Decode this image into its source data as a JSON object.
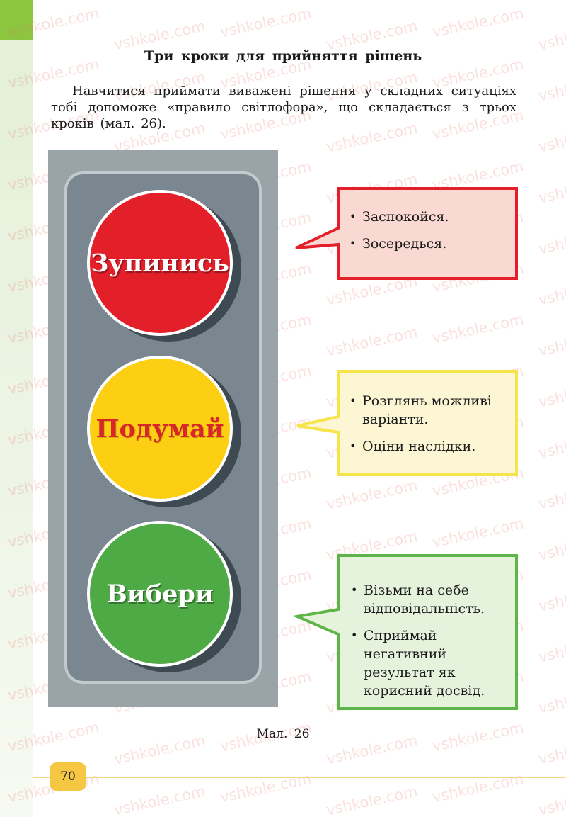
{
  "page": {
    "title": "Три кроки для прийняття рішень",
    "intro": "Навчитися приймати виважені рішення у складних ситуаціях тобі допоможе «правило світлофора», що складається з трьох кроків (мал. 26).",
    "caption": "Мал. 26",
    "page_number": "70",
    "watermark": "vshkole.com"
  },
  "traffic_light": {
    "red": {
      "label": "Зупинись",
      "color": "#e3202a"
    },
    "yellow": {
      "label": "Подумай",
      "color": "#fccf12"
    },
    "green": {
      "label": "Вибери",
      "color": "#4eaa45"
    }
  },
  "callouts": [
    {
      "color": "#e3202a",
      "fill": "#fbd9d3",
      "items": [
        "Заспокойся.",
        "Зосередься."
      ]
    },
    {
      "color": "#f7e44a",
      "fill": "#fdf6d4",
      "items": [
        "Розглянь можливі варіанти.",
        "Оціни наслідки."
      ]
    },
    {
      "color": "#5db548",
      "fill": "#e5f2dc",
      "items": [
        "Візьми на себе відповідальність.",
        "Сприймай негативний результат як корисний досвід."
      ]
    }
  ]
}
